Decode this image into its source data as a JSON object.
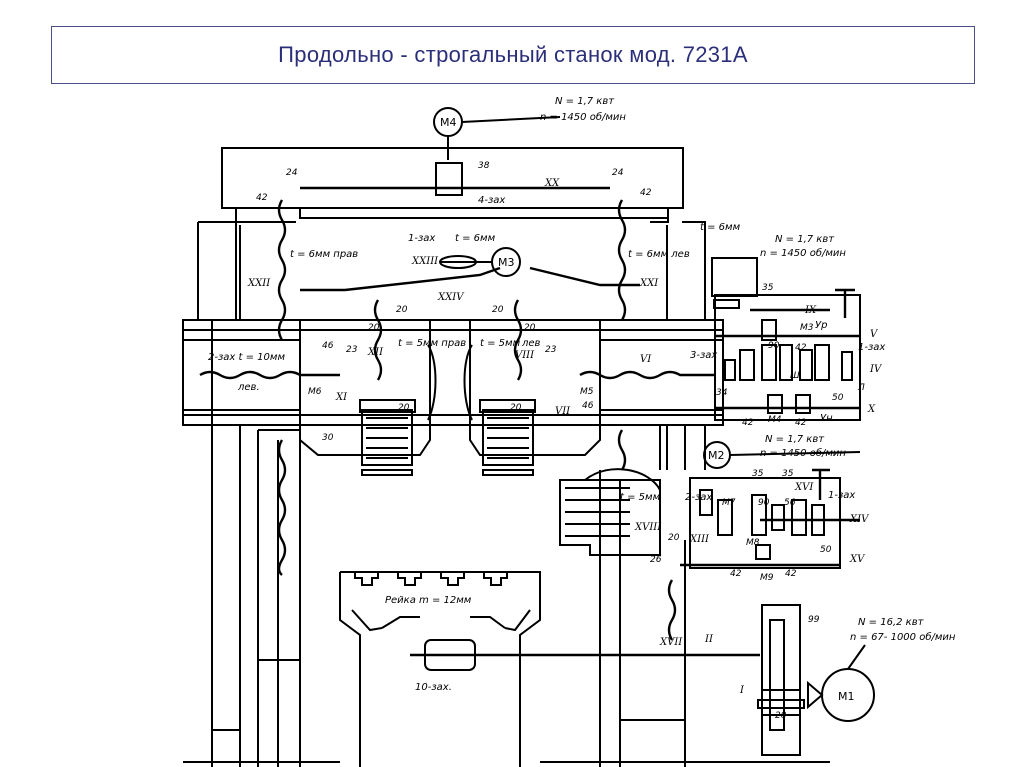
{
  "title": "Продольно - строгальный станок мод. 7231А",
  "motors": {
    "m1": {
      "label": "M1",
      "power": "N = 16,2 квт",
      "speed": "n = 67- 1000 об/мин"
    },
    "m2": {
      "label": "M2",
      "power": "N = 1,7 квт",
      "speed": "n = 1450 об/мин"
    },
    "m3": {
      "label": "M3"
    },
    "m4": {
      "label": "M4",
      "power": "N = 1,7 квт",
      "speed": "n = 1450 об/мин"
    },
    "right": {
      "power": "N = 1,7 квт",
      "speed": "n = 1450 об/мин"
    }
  },
  "annotations": {
    "rack": "Рейка m = 12мм",
    "worm10": "10-зах.",
    "lead_left_screw": "t = 6мм прав",
    "lead_right_screw": "t = 6мм лев",
    "lead_top_right": "t = 6мм",
    "top_1zax": "1-зах",
    "top_t6": "t = 6мм",
    "worm_4zax": "4-зах",
    "rail_2zax": "2-зах t = 10мм",
    "rail_lev": "лев.",
    "head_left_t5": "t = 5мм прав",
    "head_right_t5": "t = 5мм",
    "head_right_lev": "лев",
    "side_t5": "t = 5мм",
    "side_2zax": "2-зах",
    "box_3zax": "3-зах",
    "box_1zax": "1-зах",
    "low_1zax": "1-зах",
    "ur": "Ур",
    "un": "Ун"
  },
  "shafts": {
    "I": "I",
    "II": "II",
    "IV": "IV",
    "V": "V",
    "VI": "VI",
    "VII": "VII",
    "VIII": "VIII",
    "IX": "IX",
    "X": "X",
    "XI": "XI",
    "XII": "XII",
    "XIII": "XIII",
    "XIV": "XIV",
    "XV": "XV",
    "XVI": "XVI",
    "XVII": "XVII",
    "XVIII": "XVIII",
    "XX": "XX",
    "XXI": "XXI",
    "XXII": "XXII",
    "XXIII": "XXIII",
    "XXIV": "XXIV"
  },
  "gears": {
    "g24a": "24",
    "g24b": "24",
    "g42a": "42",
    "g42b": "42",
    "g38": "38",
    "g20a": "20",
    "g20b": "20",
    "g20c": "20",
    "g20d": "20",
    "g46a": "46",
    "g46b": "46",
    "g23a": "23",
    "g23b": "23",
    "g30": "30",
    "g20e": "20",
    "g20f": "20",
    "g35a": "35",
    "g42c": "42",
    "g90a": "90",
    "g42d": "42",
    "g34": "34",
    "g42e": "42",
    "g50a": "50",
    "g35b": "35",
    "g35c": "35",
    "g90b": "90",
    "g56": "56",
    "g20g": "20",
    "g50b": "50",
    "g26": "26",
    "g42f": "42",
    "g42g": "42",
    "g99": "99",
    "g20h": "20"
  },
  "clutches": {
    "m3": "M3",
    "m4": "M4",
    "m5": "M5",
    "m6": "M6",
    "m7": "M7",
    "m8": "M8",
    "m9": "M9",
    "sh": "Ш",
    "l": "Л"
  }
}
